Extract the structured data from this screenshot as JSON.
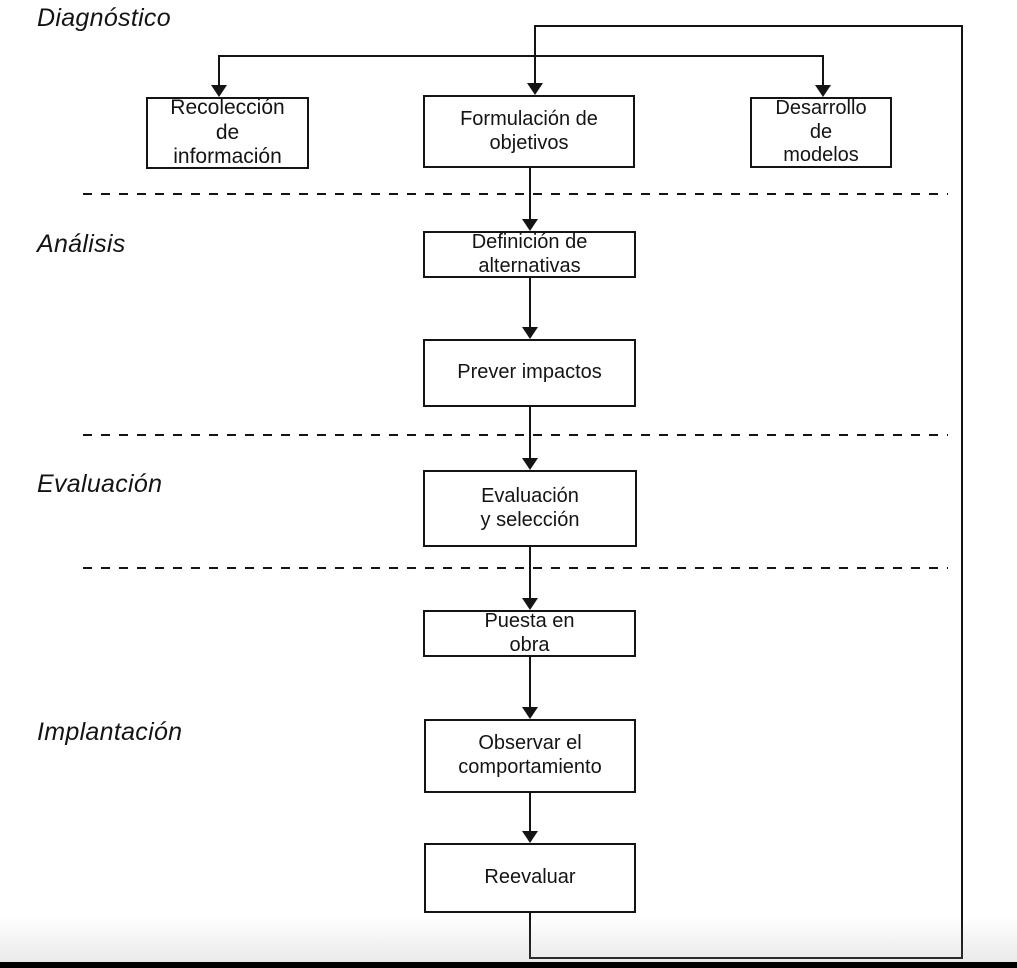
{
  "diagram": {
    "type": "flowchart",
    "language": "es",
    "colors": {
      "ink": "#141414",
      "background": "#ffffff"
    },
    "phases": [
      {
        "label": "Diagnóstico"
      },
      {
        "label": "Análisis"
      },
      {
        "label": "Evaluación"
      },
      {
        "label": "Implantación"
      }
    ],
    "boxes": [
      {
        "id": "recoleccion",
        "label": "Recolección\nde\ninformación"
      },
      {
        "id": "formulacion",
        "label": "Formulación de\nobjetivos"
      },
      {
        "id": "desarrollo",
        "label": "Desarrollo\nde\nmodelos"
      },
      {
        "id": "definicion",
        "label": "Definición de\nalternativas"
      },
      {
        "id": "prever",
        "label": "Prever impactos"
      },
      {
        "id": "evaluacion-seleccion",
        "label": "Evaluación\ny selección"
      },
      {
        "id": "puesta-en-obra",
        "label": "Puesta en\nobra"
      },
      {
        "id": "observar",
        "label": "Observar el\ncomportamiento"
      },
      {
        "id": "reevaluar",
        "label": "Reevaluar"
      }
    ],
    "edges": [
      {
        "from": "top-branch",
        "to": "Recolección de información",
        "type": "arrow"
      },
      {
        "from": "top-branch",
        "to": "Formulación de objetivos",
        "type": "arrow"
      },
      {
        "from": "top-branch",
        "to": "Desarrollo de modelos",
        "type": "arrow"
      },
      {
        "from": "Formulación de objetivos",
        "to": "Definición de alternativas",
        "type": "arrow"
      },
      {
        "from": "Definición de alternativas",
        "to": "Prever impactos",
        "type": "arrow"
      },
      {
        "from": "Prever impactos",
        "to": "Evaluación y selección",
        "type": "arrow"
      },
      {
        "from": "Evaluación y selección",
        "to": "Puesta en obra",
        "type": "arrow"
      },
      {
        "from": "Puesta en obra",
        "to": "Observar el comportamiento",
        "type": "arrow"
      },
      {
        "from": "Observar el comportamiento",
        "to": "Reevaluar",
        "type": "arrow"
      },
      {
        "from": "Reevaluar",
        "to": "top-branch",
        "type": "feedback-loop"
      }
    ]
  }
}
